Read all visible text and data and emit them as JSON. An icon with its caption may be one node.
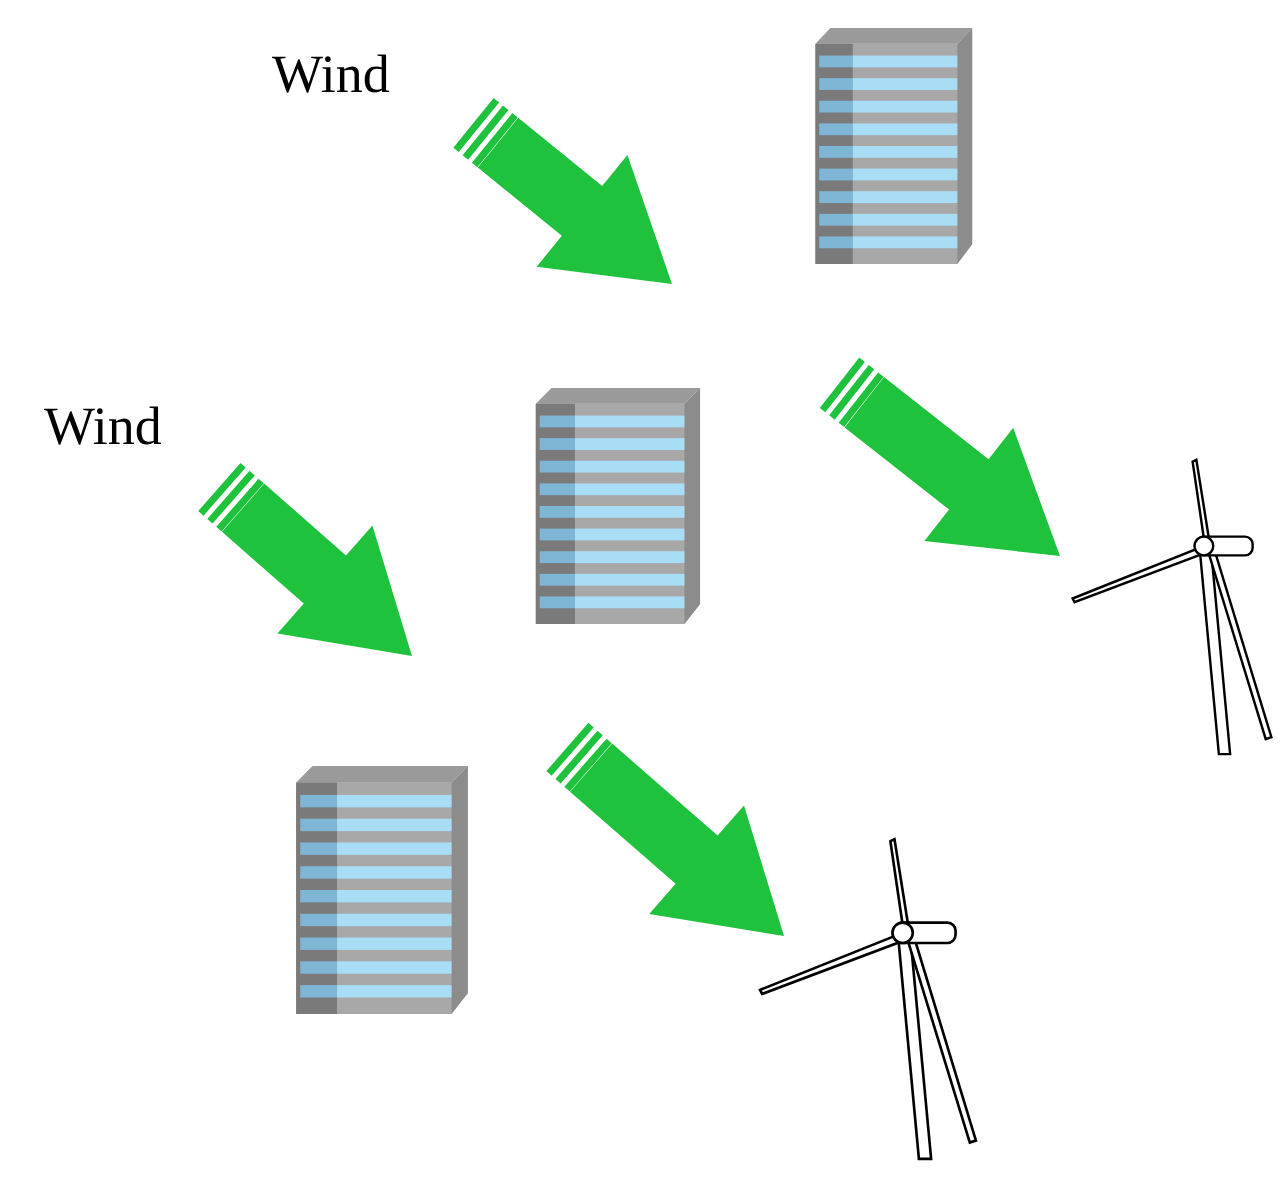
{
  "diagram": {
    "nodes": [
      {
        "text": [],
        "shape": "picture"
      },
      {
        "text": [],
        "shape": "picture"
      },
      {
        "text": [],
        "shape": "picture"
      },
      {
        "text": [],
        "shape": "picture"
      },
      {
        "text": [],
        "shape": "picture"
      }
    ],
    "labels": [
      "Wind",
      "Wind"
    ]
  }
}
